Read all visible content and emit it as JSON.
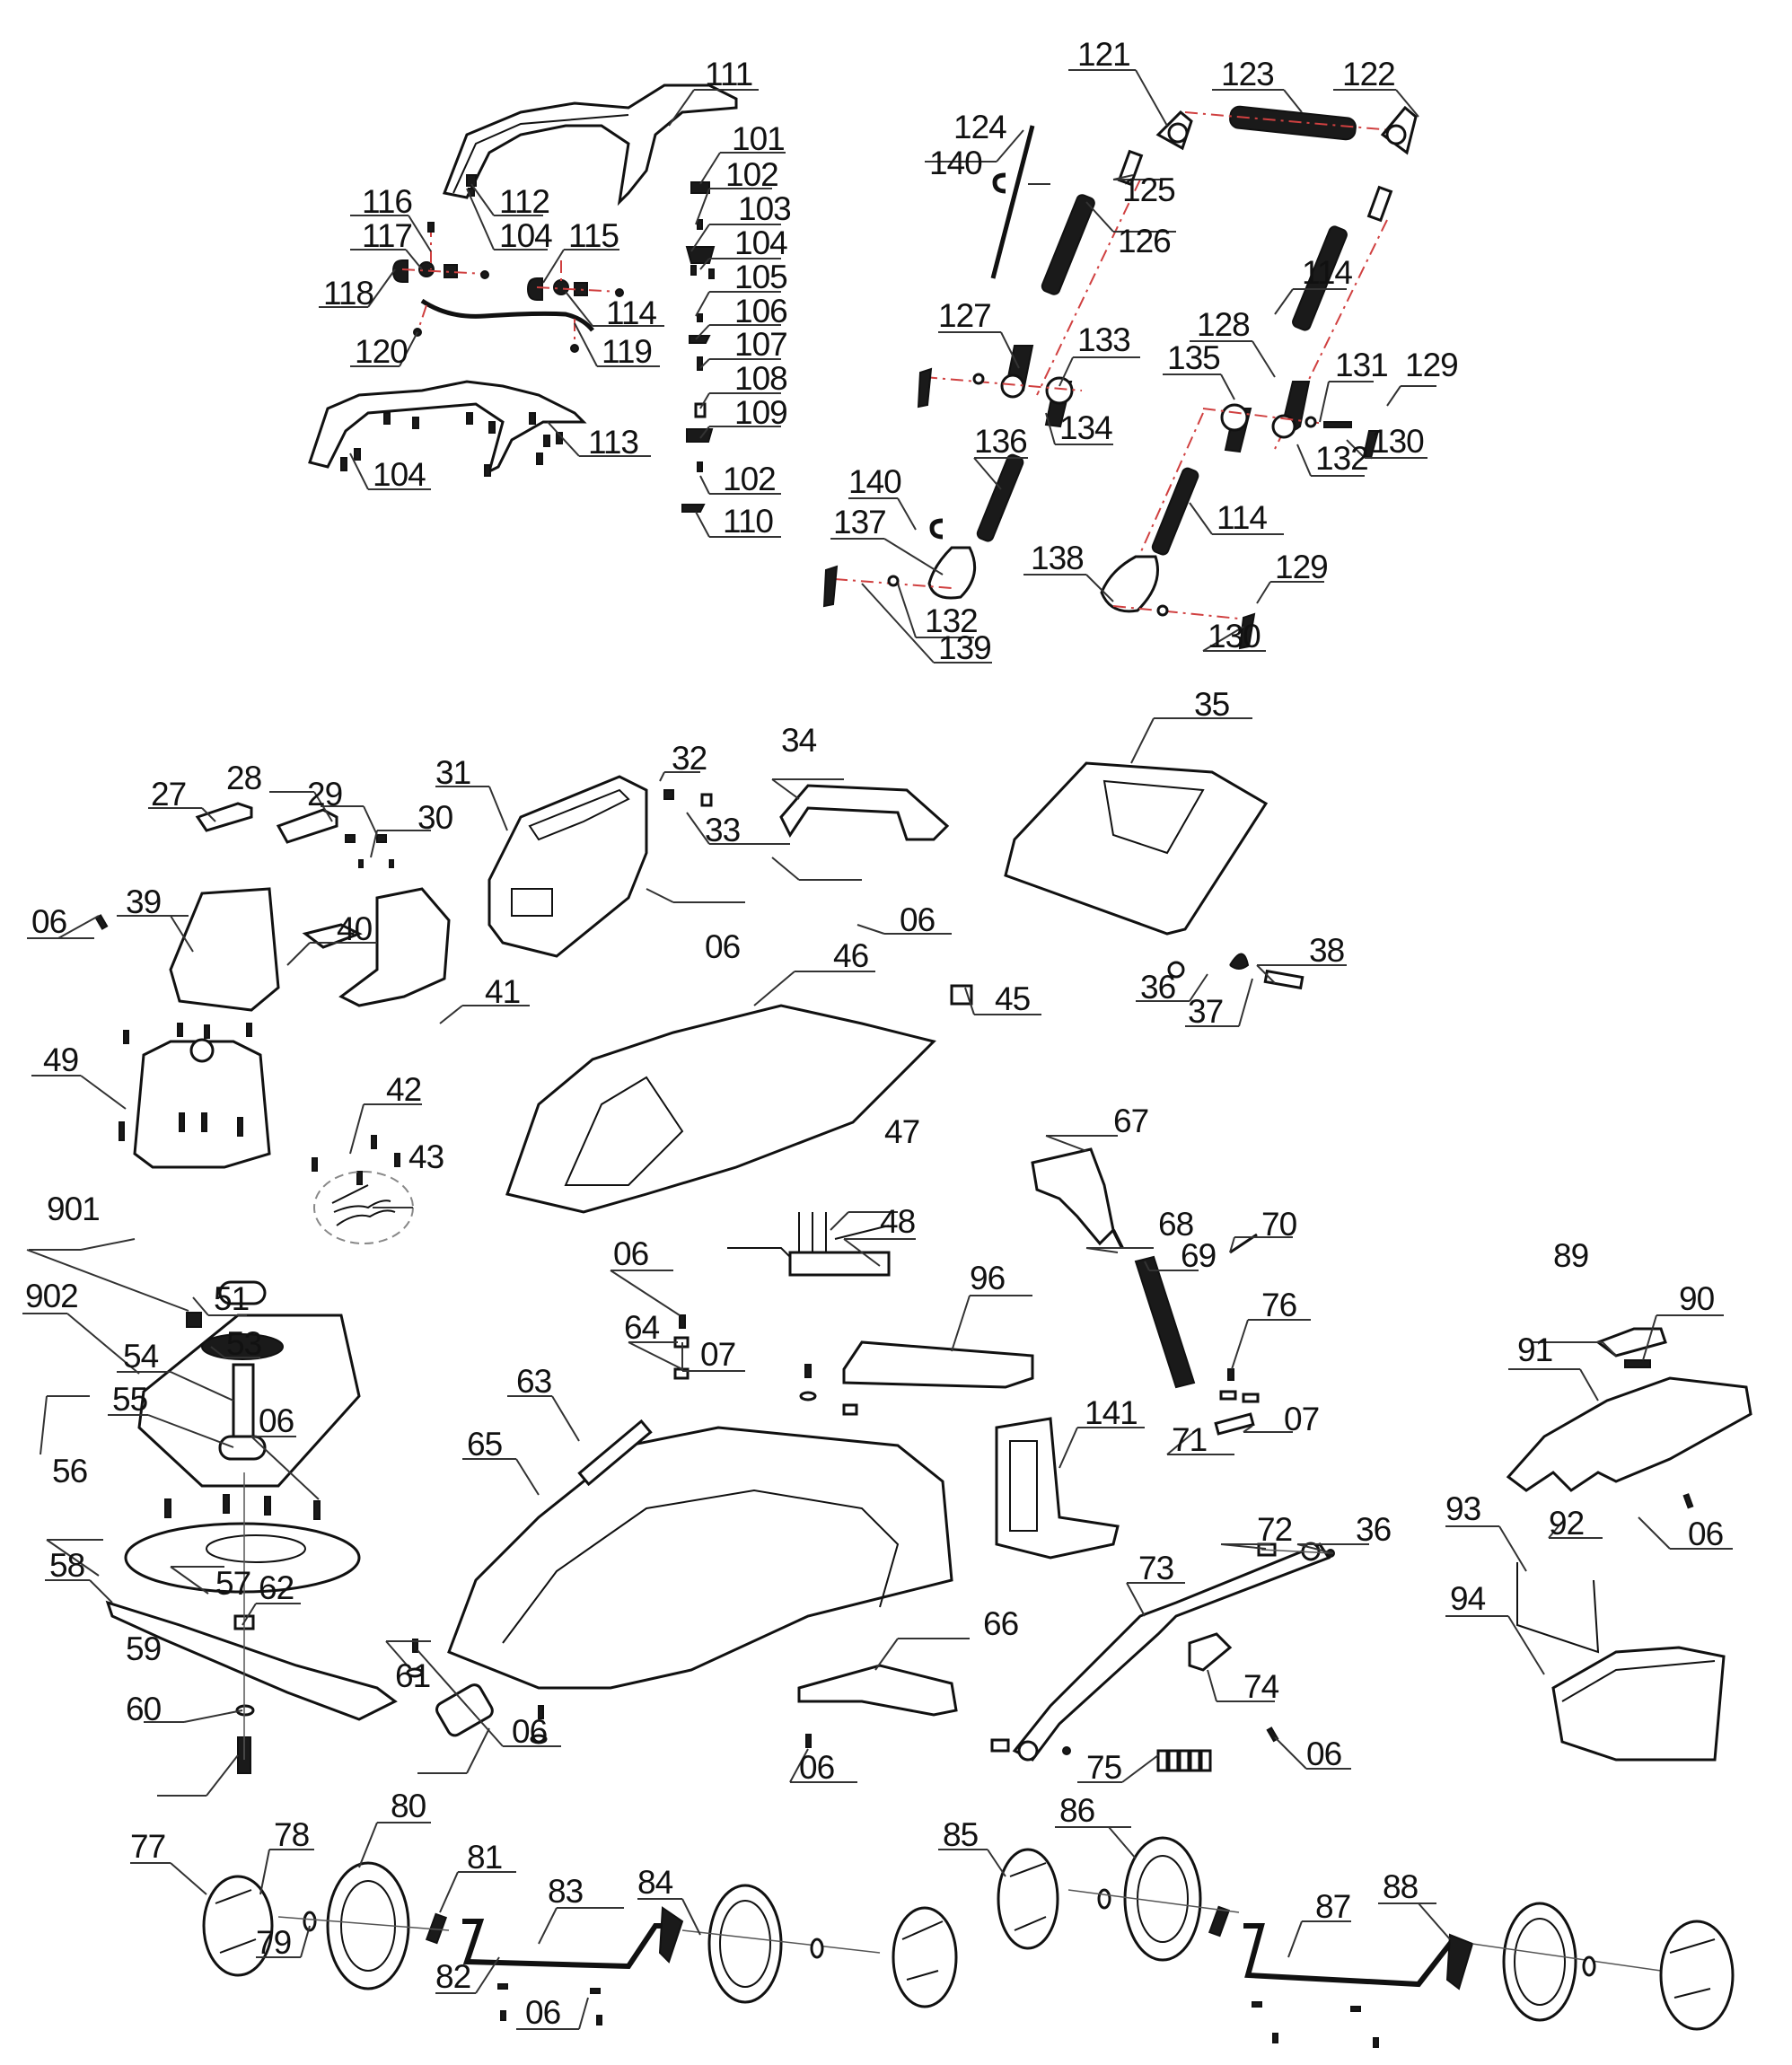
{
  "diagram": {
    "type": "exploded-parts-diagram",
    "subject": "cordless lawn mower",
    "accent_color": "#d04040",
    "groups": {
      "upper_handle": {
        "labels": [
          "111",
          "101",
          "102",
          "116",
          "112",
          "103",
          "104",
          "117",
          "104",
          "115",
          "105",
          "118",
          "114",
          "106",
          "107",
          "120",
          "119",
          "108",
          "109",
          "113",
          "104",
          "102",
          "110"
        ]
      },
      "lower_handle": {
        "labels": [
          "121",
          "123",
          "122",
          "124",
          "140",
          "125",
          "126",
          "114",
          "127",
          "133",
          "128",
          "135",
          "131",
          "129",
          "134",
          "136",
          "132",
          "130",
          "140",
          "114",
          "137",
          "138",
          "129",
          "132",
          "139",
          "130"
        ]
      },
      "housing": {
        "labels": [
          "27",
          "28",
          "29",
          "30",
          "31",
          "32",
          "33",
          "34",
          "35",
          "06",
          "39",
          "40",
          "06",
          "06",
          "41",
          "46",
          "45",
          "36",
          "37",
          "38",
          "49",
          "42",
          "43",
          "901",
          "47",
          "48",
          "06",
          "96",
          "67",
          "68",
          "69",
          "70",
          "76",
          "07",
          "71",
          "902",
          "51",
          "53",
          "54",
          "55",
          "64",
          "07",
          "63",
          "65",
          "141",
          "06",
          "56",
          "57",
          "58",
          "62",
          "59",
          "61",
          "60",
          "06",
          "06",
          "66",
          "72",
          "36",
          "73",
          "74",
          "75",
          "06"
        ]
      },
      "grass_box": {
        "labels": [
          "89",
          "90",
          "91",
          "93",
          "92",
          "06",
          "94"
        ]
      },
      "wheels": {
        "labels": [
          "77",
          "78",
          "80",
          "79",
          "81",
          "83",
          "84",
          "82",
          "06",
          "85",
          "86",
          "87",
          "88"
        ]
      }
    }
  }
}
